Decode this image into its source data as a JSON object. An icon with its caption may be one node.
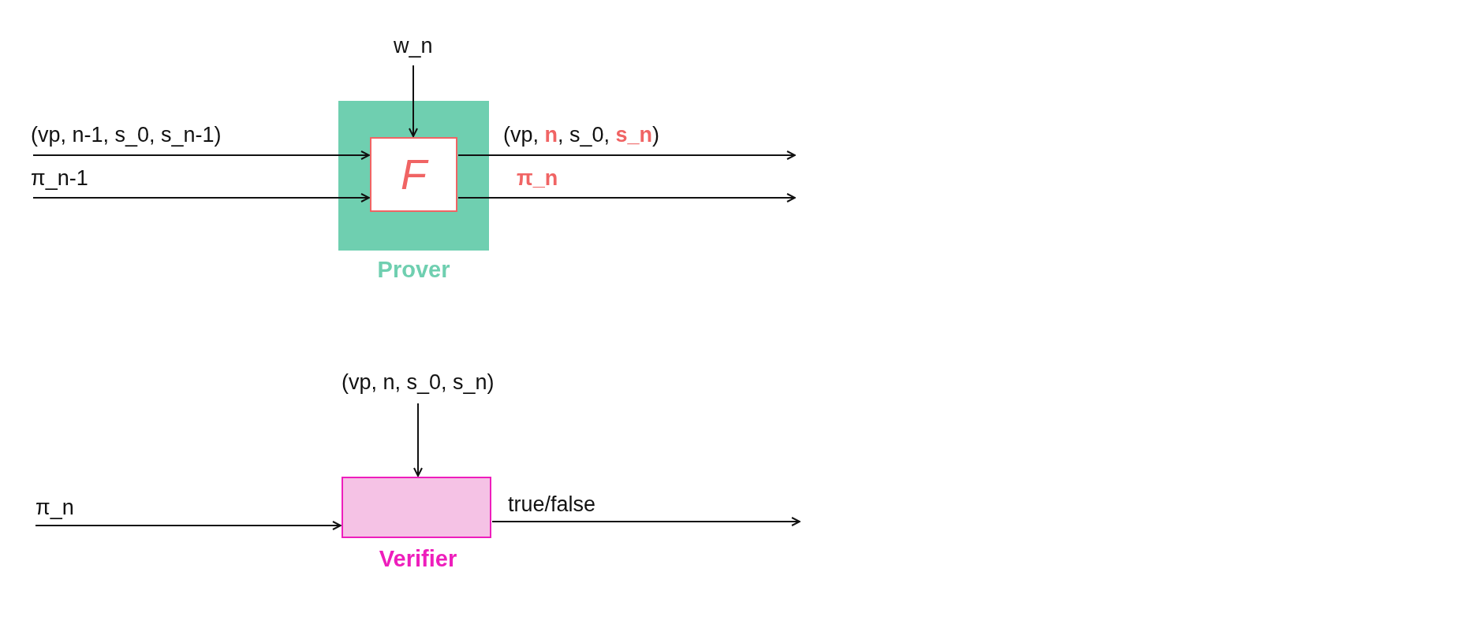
{
  "diagram": {
    "nodes": [
      {
        "text": [
          "Prover"
        ]
      },
      {
        "text": [
          "F"
        ],
        "in": 0
      },
      {
        "text": [
          "Verifier"
        ]
      }
    ],
    "edges": [
      {
        "from": null,
        "to": 1,
        "arrow": "to",
        "label": "w_n"
      },
      {
        "from": null,
        "to": 1,
        "arrow": "to",
        "label": "(vp, n-1, s_0, s_n-1)"
      },
      {
        "from": null,
        "to": 1,
        "arrow": "to",
        "label": "π_n-1"
      },
      {
        "from": 1,
        "to": null,
        "arrow": "to",
        "label": "(vp, **n**, s_0, **s_n**)"
      },
      {
        "from": 1,
        "to": null,
        "arrow": "to",
        "label": "π_n"
      },
      {
        "from": null,
        "to": 2,
        "arrow": "to",
        "label": "(vp, n, s_0, s_n)"
      },
      {
        "from": null,
        "to": 2,
        "arrow": "to",
        "label": "π_n"
      },
      {
        "from": 2,
        "to": null,
        "arrow": "to",
        "label": "true/false"
      }
    ]
  }
}
